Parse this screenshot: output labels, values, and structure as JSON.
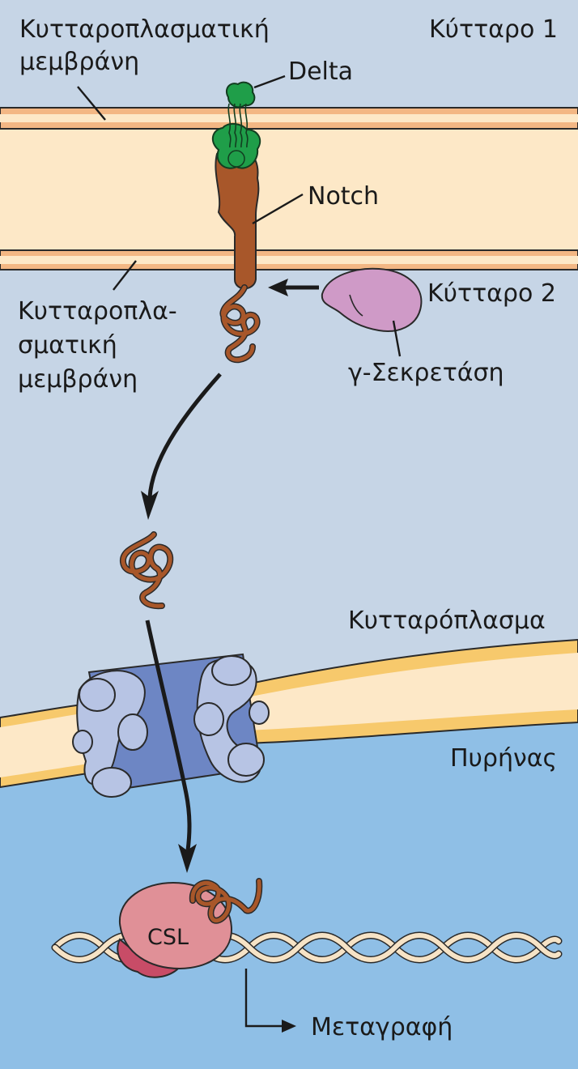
{
  "labels": {
    "cell1_membrane_line1": "Κυτταροπλασματική",
    "cell1_membrane_line2": "μεμβράνη",
    "cell1": "Κύτταρο 1",
    "delta": "Delta",
    "notch": "Notch",
    "cell2": "Κύτταρο 2",
    "cell2_membrane_line1": "Κυτταροπλα-",
    "cell2_membrane_line2": "σματική",
    "cell2_membrane_line3": "μεμβράνη",
    "gamma_secretase": "γ-Σεκρετάση",
    "cytoplasm": "Κυτταρόπλασμα",
    "nucleus": "Πυρήνας",
    "csl": "CSL",
    "transcription": "Μεταγραφή"
  },
  "colors": {
    "cytoplasm_background": "#c6d5e6",
    "nucleus_background": "#8fbfe6",
    "membrane_inner": "#fde8c7",
    "membrane_edge": "#f3b784",
    "delta_green": "#1f9e49",
    "notch_brown": "#a8572a",
    "gamma_secretase_purple": "#cf9ac7",
    "nuclear_pore_blue": "#6d86c4",
    "nuclear_envelope_yellow": "#f7c96c",
    "csl_pink": "#e09097",
    "dna_beige": "#f6e3c6"
  }
}
